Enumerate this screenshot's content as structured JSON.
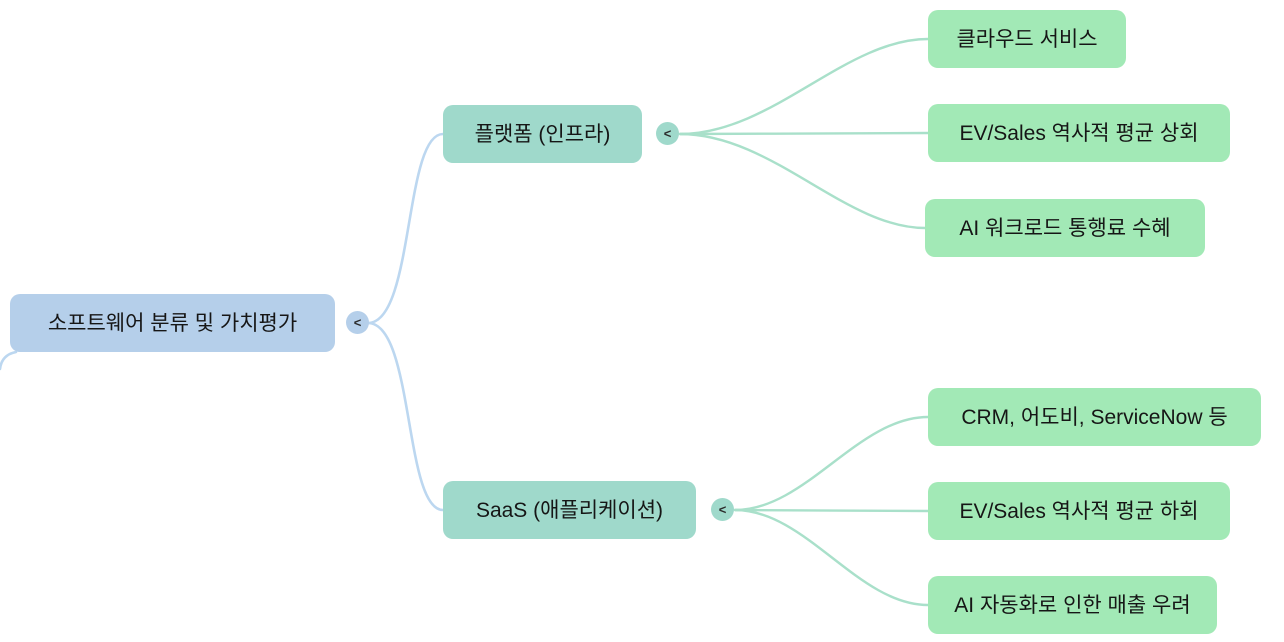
{
  "mindmap": {
    "root": {
      "label": "소프트웨어 분류 및 가치평가",
      "toggle": "<"
    },
    "branches": [
      {
        "label": "플랫폼 (인프라)",
        "toggle": "<",
        "children": [
          {
            "label": "클라우드 서비스"
          },
          {
            "label": "EV/Sales 역사적 평균 상회"
          },
          {
            "label": "AI 워크로드 통행료 수혜"
          }
        ]
      },
      {
        "label": "SaaS (애플리케이션)",
        "toggle": "<",
        "children": [
          {
            "label": "CRM, 어도비, ServiceNow 등"
          },
          {
            "label": "EV/Sales 역사적 평균 하회"
          },
          {
            "label": "AI 자동화로 인한 매출 우려"
          }
        ]
      }
    ],
    "colors": {
      "root_fill": "#b5cfea",
      "branch_fill": "#9fd9cb",
      "leaf_fill": "#a2e9b6",
      "edge_blue": "#bcd7f0",
      "edge_green": "#a9e0ca",
      "text": "#161616"
    }
  }
}
